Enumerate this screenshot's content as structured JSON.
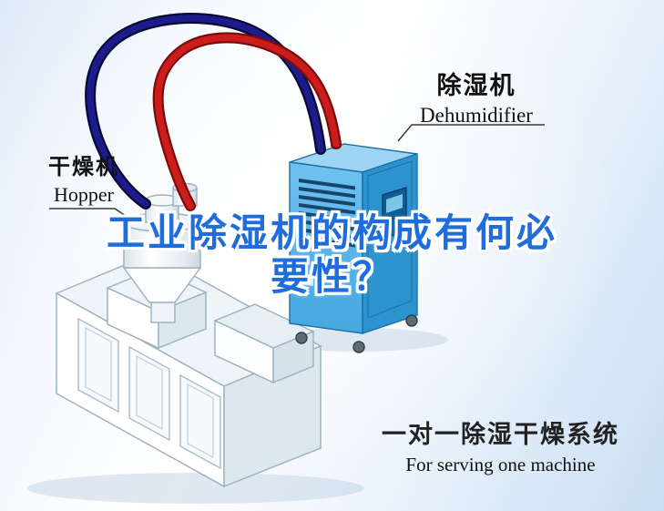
{
  "labels": {
    "hopper": {
      "cn": "干燥机",
      "en": "Hopper"
    },
    "dehumidifier": {
      "cn": "除湿机",
      "en": "Dehumidifier"
    }
  },
  "title": {
    "line1": "工业除湿机的构成有何必",
    "line2": "要性？",
    "color": "#1f6ddd"
  },
  "caption": {
    "cn": "一对一除湿干燥系统",
    "en": "For serving one machine"
  },
  "illustration": {
    "pipe_colors": {
      "red": "#cc1d1d",
      "blue": "#1c1c8c"
    },
    "dehumidifier_colors": {
      "front_top": "#6ec2ef",
      "front_bottom": "#45a8e0",
      "side": "#2d93cf",
      "top": "#9fd4f2",
      "vent": "#17456e"
    },
    "machine_color": "#ffffff",
    "outline_color": "#9ab0bd"
  }
}
